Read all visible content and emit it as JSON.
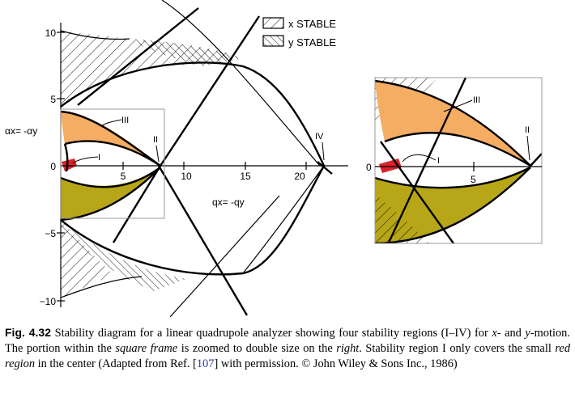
{
  "figure": {
    "legend": [
      {
        "label": "x STABLE",
        "pattern": "hatch-forward"
      },
      {
        "label": "y STABLE",
        "pattern": "hatch-back"
      }
    ],
    "y_axis_label": "αx= -αy",
    "x_axis_label": "qx= -qy",
    "y_ticks": [
      "10",
      "5",
      "0",
      "−5",
      "−10"
    ],
    "x_ticks": [
      "5",
      "10",
      "15",
      "20"
    ],
    "regions": [
      "I",
      "II",
      "III",
      "IV"
    ],
    "inset": {
      "zero_label": "0",
      "x_tick": "5",
      "regions": [
        "I",
        "II",
        "III"
      ]
    },
    "colors": {
      "orange": "#f4ad63",
      "olive": "#b7a617",
      "red": "#d8232a",
      "frame": "#9a9a9a"
    }
  },
  "caption": {
    "fig_number": "Fig. 4.32",
    "part1": "Stability diagram for a linear quadrupole analyzer showing four stability regions (I–IV) for ",
    "x": "x-",
    "part2": " and ",
    "y": "y",
    "part3": "-motion. The portion within the ",
    "square_frame": "square frame",
    "part4": " is zoomed to double size on the ",
    "right": "right",
    "part5": ". Stability region I only covers the small ",
    "red_region": "red region",
    "part6": " in the center (Adapted from Ref. [",
    "ref": "107",
    "part7": "] with permission. © John Wiley & Sons Inc., 1986)"
  }
}
